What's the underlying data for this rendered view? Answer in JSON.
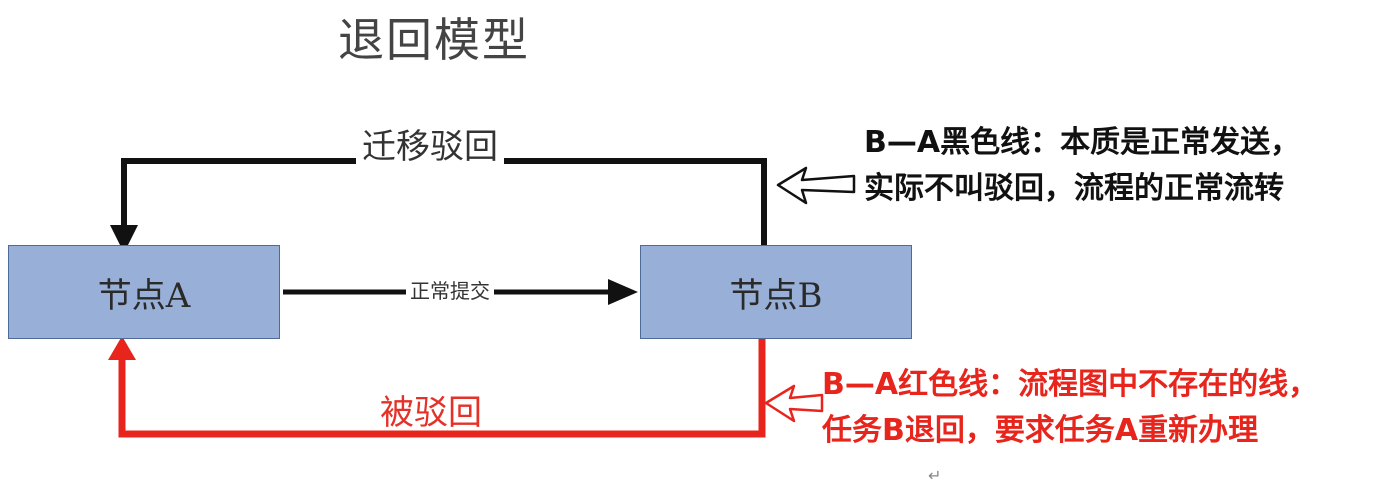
{
  "title": "退回模型",
  "nodes": {
    "a": {
      "label": "节点A"
    },
    "b": {
      "label": "节点B"
    }
  },
  "edges": {
    "transfer_back": {
      "label": "迁移驳回",
      "color": "#111111"
    },
    "normal_submit": {
      "label": "正常提交",
      "color": "#111111"
    },
    "rejected": {
      "label": "被驳回",
      "color": "#e8251c"
    }
  },
  "notes": {
    "black": {
      "line1": "B—A黑色线：本质是正常发送，",
      "line2": "实际不叫驳回，流程的正常流转",
      "color": "#111111"
    },
    "red": {
      "line1": "B—A红色线：流程图中不存在的线，",
      "line2": "任务B退回，要求任务A重新办理",
      "color": "#e8251c"
    }
  },
  "colors": {
    "node_fill": "#98b0d7",
    "node_border": "#4d6a99",
    "black_line": "#111111",
    "red_line": "#e8251c"
  }
}
